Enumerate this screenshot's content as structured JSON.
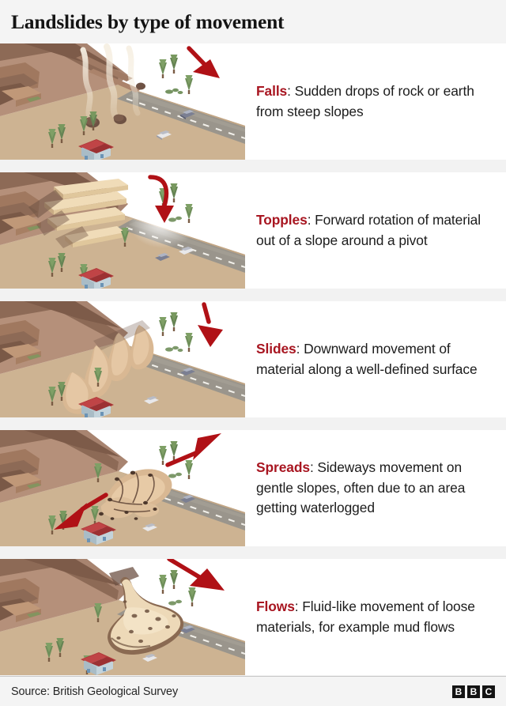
{
  "header": {
    "title": "Landslides by type of movement"
  },
  "rows": [
    {
      "id": "falls",
      "term": "Falls",
      "separator": ":",
      "description": " Sudden drops of rock or earth from steep slopes",
      "arrows": "one-arrow-down-right",
      "illustration": "cliff-with-falling-rocks-dust-trails"
    },
    {
      "id": "topples",
      "term": "Topples",
      "separator": ":",
      "description": " Forward rotation of material out of a slope around a pivot",
      "arrows": "curved-arrow-down",
      "illustration": "cliff-with-tilting-slabs"
    },
    {
      "id": "slides",
      "term": "Slides",
      "separator": ":",
      "description": " Downward movement of material along a well-defined surface",
      "arrows": "one-arrow-down",
      "illustration": "cliff-with-sliding-debris-tongues"
    },
    {
      "id": "spreads",
      "term": "Spreads",
      "separator": ":",
      "description": " Sideways movement on gentle slopes, often due to an area getting waterlogged",
      "arrows": "two-arrows-opposing",
      "illustration": "cliff-with-fractured-spreading-blocks"
    },
    {
      "id": "flows",
      "term": "Flows",
      "separator": ":",
      "description": " Fluid-like movement of loose materials, for example mud flows",
      "arrows": "one-arrow-diagonal-down-right",
      "illustration": "cliff-with-mud-flow-lobe"
    }
  ],
  "footer": {
    "source": "Source: British Geological Survey",
    "logo_letters": [
      "B",
      "B",
      "C"
    ]
  },
  "colors": {
    "accent_red": "#a81621",
    "arrow_red": "#b01116",
    "page_bg": "#f2f2f2",
    "panel_bg": "#ffffff",
    "rock_dark": "#6e5244",
    "rock_mid": "#8d6a56",
    "rock_light": "#b5907a",
    "ground_tan": "#cdb392",
    "road_grey": "#9a958c",
    "roof_red": "#b0393a",
    "tree_green": "#6f8f5a",
    "dust_cream": "#f3ead9"
  }
}
